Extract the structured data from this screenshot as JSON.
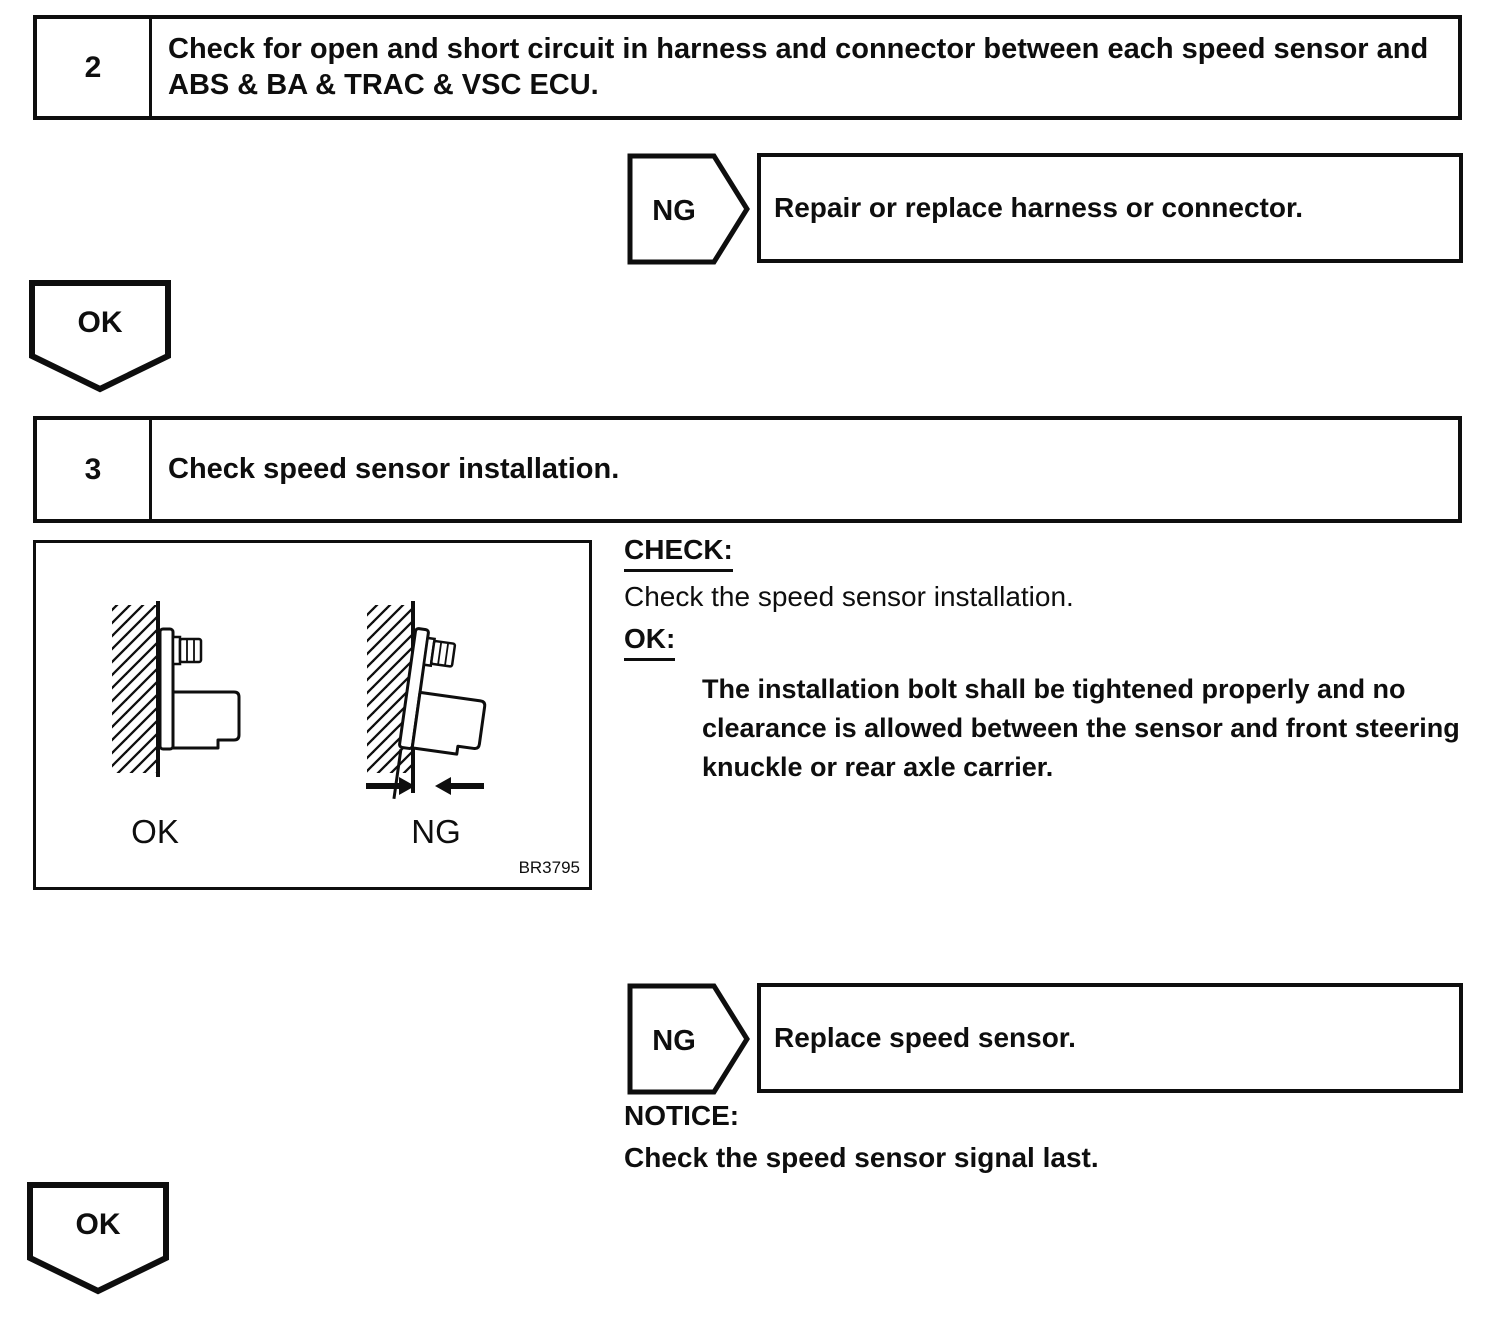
{
  "steps": [
    {
      "number": "2",
      "title": "Check for open and short circuit in harness and connector between each speed sensor and ABS & BA & TRAC & VSC ECU."
    },
    {
      "number": "3",
      "title": "Check speed sensor installation."
    }
  ],
  "branches": [
    {
      "label": "NG",
      "action": "Repair or replace harness or connector."
    },
    {
      "label": "NG",
      "action": "Replace speed sensor."
    }
  ],
  "connectors": [
    {
      "label": "OK"
    },
    {
      "label": "OK"
    }
  ],
  "check_section": {
    "check_heading": "CHECK:",
    "check_body": "Check the speed sensor installation.",
    "ok_heading": "OK:",
    "ok_body": "The installation bolt shall be tightened properly and no clearance is allowed between the sensor and front steering knuckle or rear axle carrier."
  },
  "notice": {
    "heading": "NOTICE:",
    "body": "Check the speed sensor signal last."
  },
  "figure": {
    "ok_label": "OK",
    "ng_label": "NG",
    "code": "BR3795"
  },
  "colors": {
    "ink": "#0e0e0e",
    "paper": "#ffffff"
  }
}
